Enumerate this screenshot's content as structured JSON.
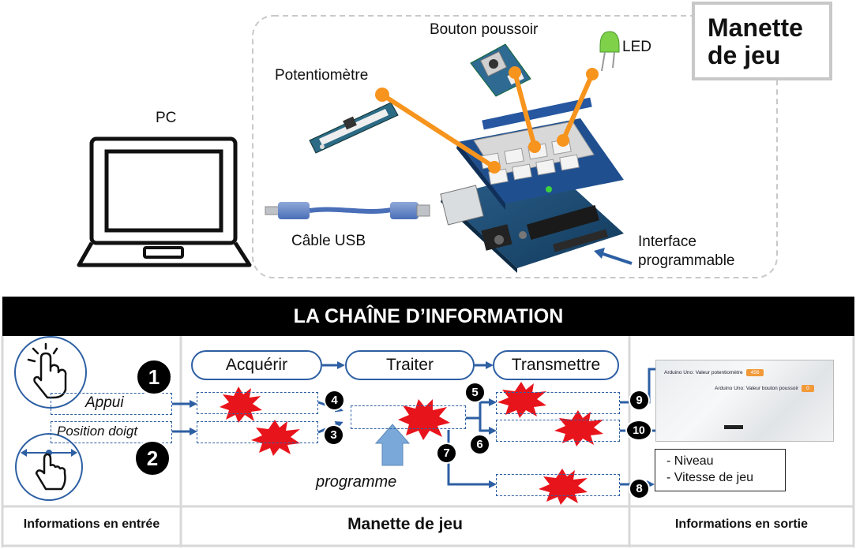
{
  "hardware": {
    "title_line1": "Manette",
    "title_line2": "de jeu",
    "pc_label": "PC",
    "button_label": "Bouton poussoir",
    "led_label": "LED",
    "pot_label": "Potentiomètre",
    "usb_label": "Câble USB",
    "interface_line1": "Interface",
    "interface_line2": "programmable"
  },
  "chain": {
    "banner": "LA CHAÎNE D’INFORMATION",
    "stages": [
      "Acquérir",
      "Traiter",
      "Transmettre"
    ],
    "input_labels": [
      "Appui",
      "Position doigt"
    ],
    "program_label": "programme",
    "numbers": [
      "1",
      "2",
      "3",
      "4",
      "5",
      "6",
      "7",
      "8",
      "9",
      "10"
    ],
    "output_box": [
      "- Niveau",
      "- Vitesse de jeu"
    ],
    "screen_rows": [
      {
        "text": "Arduino Uno: Valeur potentiomètre",
        "value": "456"
      },
      {
        "text": "Arduino Uno: Valeur bouton poussoir",
        "value": "0"
      }
    ],
    "footer": [
      "Informations en entrée",
      "Manette de jeu",
      "Informations en sortie"
    ]
  },
  "colors": {
    "accent_orange": "#f7941d",
    "flow_blue": "#2d5fa3",
    "burst_red": "#e8141b"
  }
}
